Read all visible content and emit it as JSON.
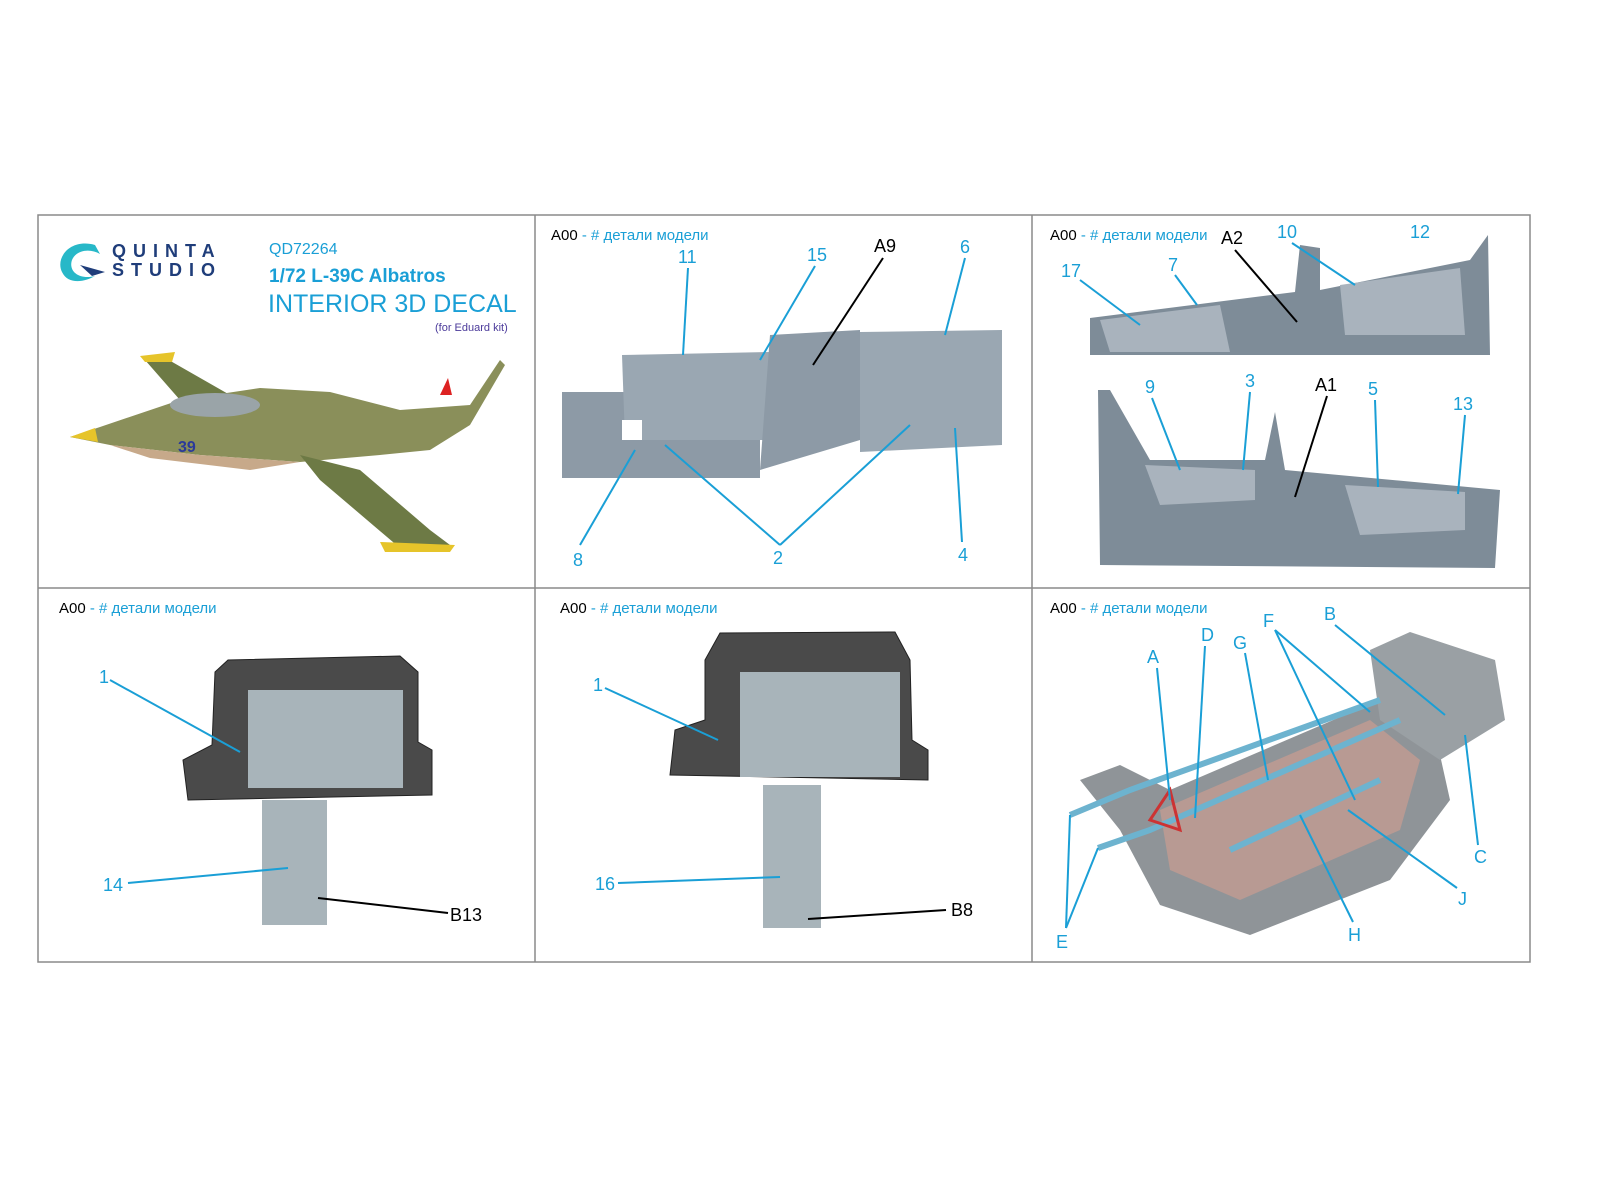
{
  "brand": {
    "line1": "QUINTA",
    "line2": "STUDIO"
  },
  "product": {
    "code": "QD72264",
    "title": "1/72 L-39C Albatros",
    "subtitle": "INTERIOR 3D DECAL",
    "note": "(for Eduard kit)"
  },
  "panel_header": {
    "part": "A00",
    "sep": " - ",
    "desc": "# детали модели"
  },
  "colors": {
    "accent": "#1a9fd6",
    "border": "#8a8a8a",
    "part_gray": "#8d9aa6"
  },
  "callouts": {
    "p2": [
      "11",
      "15",
      "A9",
      "6",
      "8",
      "2",
      "4"
    ],
    "p3": [
      "A2",
      "10",
      "12",
      "17",
      "7",
      "9",
      "3",
      "A1",
      "5",
      "13"
    ],
    "p4": [
      "1",
      "14",
      "B13"
    ],
    "p5": [
      "1",
      "16",
      "B8"
    ],
    "p6": [
      "A",
      "D",
      "G",
      "F",
      "B",
      "C",
      "J",
      "H",
      "E"
    ]
  }
}
